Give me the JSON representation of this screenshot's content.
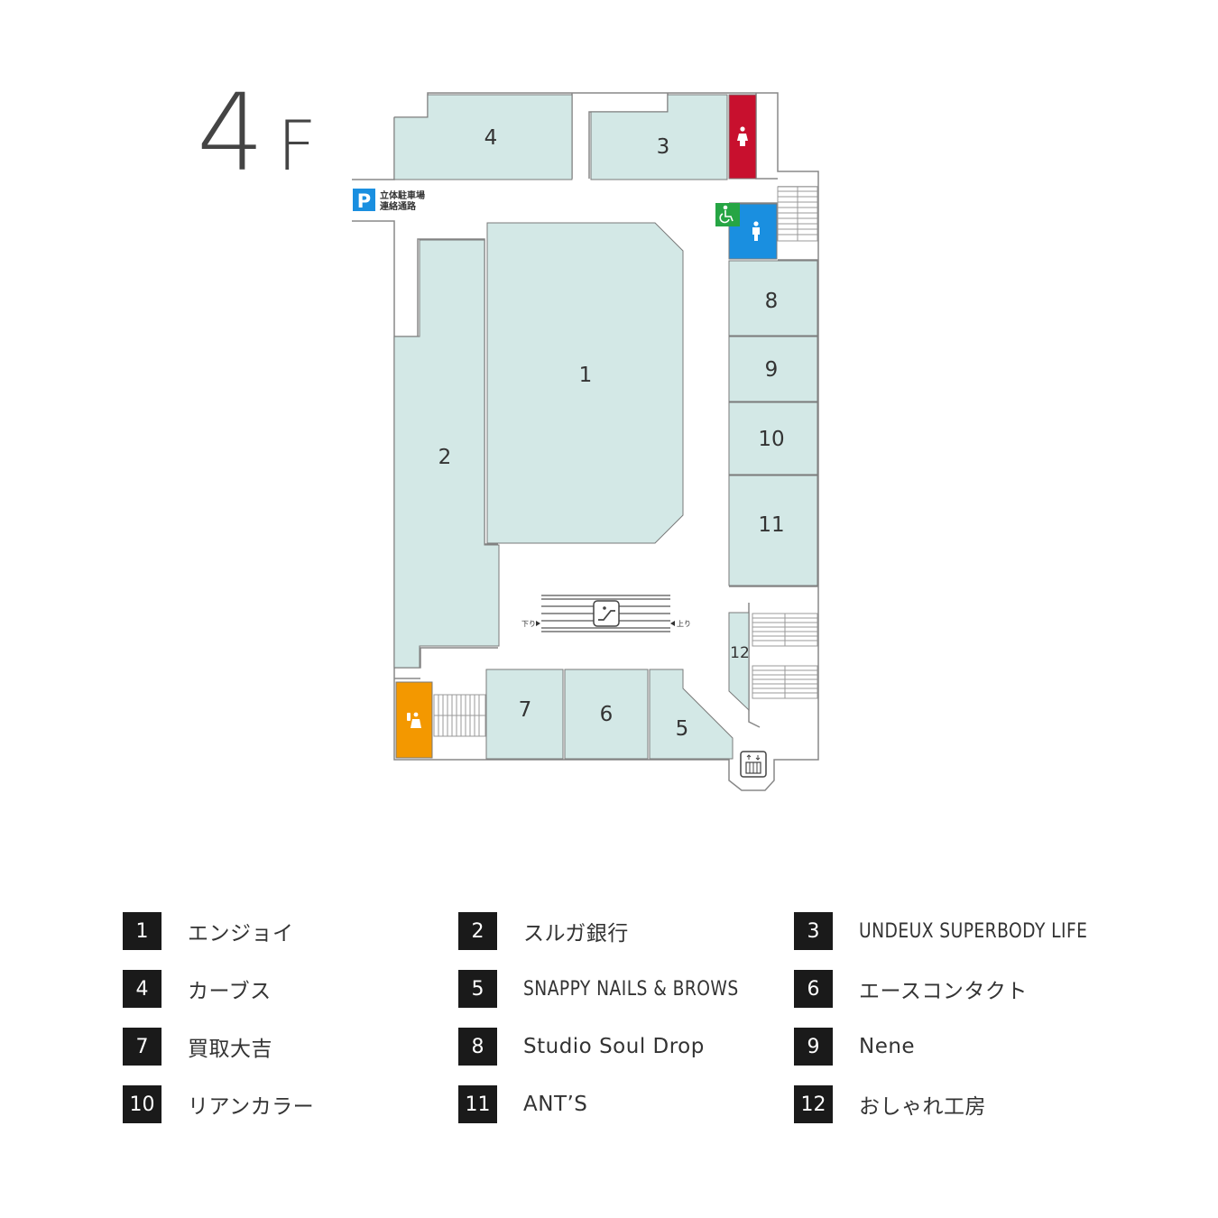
{
  "floor": {
    "number": "4",
    "unit": "F"
  },
  "map": {
    "tenant_labels": [
      "1",
      "2",
      "3",
      "4",
      "5",
      "6",
      "7",
      "8",
      "9",
      "10",
      "11",
      "12"
    ],
    "parking": {
      "symbol": "P",
      "line1": "立体駐車場",
      "line2": "連絡通路"
    },
    "escalator": {
      "down_label": "下り",
      "up_label": "上り"
    },
    "colors": {
      "tenant_fill": "#d3e8e6",
      "wall": "#888888",
      "womens_restroom": "#c8102e",
      "mens_restroom": "#1a8fe0",
      "accessible": "#26a544",
      "nursing_room": "#f39800",
      "parking_sign": "#1a8fe0"
    },
    "icons": [
      "womens-restroom-icon",
      "mens-restroom-icon",
      "wheelchair-icon",
      "nursing-room-icon",
      "escalator-icon",
      "elevator-icon",
      "parking-icon"
    ]
  },
  "legend": {
    "rows": [
      [
        {
          "num": "1",
          "name": "エンジョイ"
        },
        {
          "num": "2",
          "name": "スルガ銀行"
        },
        {
          "num": "3",
          "name": "UNDEUX SUPERBODY LIFE"
        }
      ],
      [
        {
          "num": "4",
          "name": "カーブス"
        },
        {
          "num": "5",
          "name": "SNAPPY NAILS & BROWS"
        },
        {
          "num": "6",
          "name": "エースコンタクト"
        }
      ],
      [
        {
          "num": "7",
          "name": "買取大吉"
        },
        {
          "num": "8",
          "name": "Studio Soul Drop"
        },
        {
          "num": "9",
          "name": "Nene"
        }
      ],
      [
        {
          "num": "10",
          "name": "リアンカラー"
        },
        {
          "num": "11",
          "name": "ANT’S"
        },
        {
          "num": "12",
          "name": "おしゃれ工房"
        }
      ]
    ]
  }
}
